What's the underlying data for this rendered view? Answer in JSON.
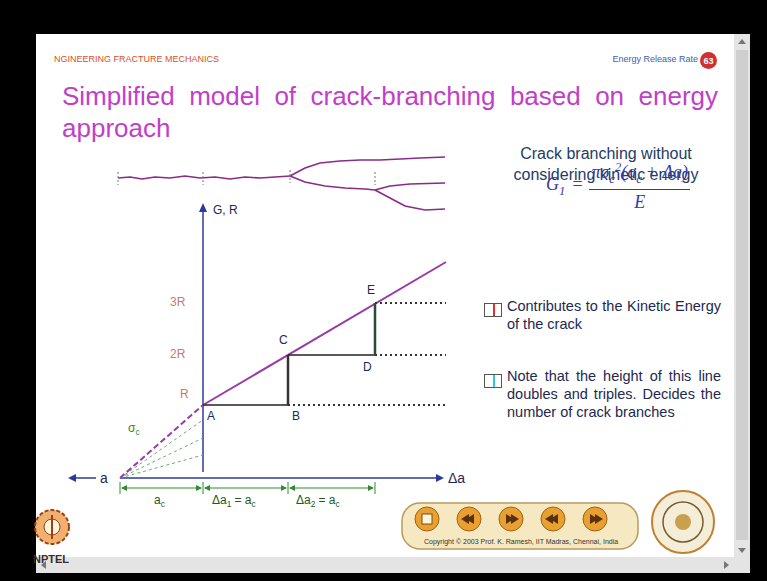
{
  "diagram": {
    "title": "Simplified model of crack-branching based on energy approach",
    "nodes": [
      {
        "text": [
          "63"
        ]
      }
    ],
    "labels": [
      "NGINEERING FRACTURE MECHANICS",
      "Energy Release Rate",
      "Crack branching without considering kinetic energy",
      "G",
      "1",
      "=",
      "πσ",
      "c",
      "2",
      "(a",
      "c",
      "+ Δa)",
      "E",
      "G, R",
      "3R",
      "2R",
      "R",
      "σ",
      "c",
      "A",
      "B",
      "C",
      "D",
      "E",
      "a",
      "Δa",
      "a",
      "c",
      "Δa",
      "1",
      "= a",
      "c",
      "Δa",
      "2",
      "= a",
      "c",
      "Copyright © 2003 Prof. K. Ramesh, IIT Madras, Chennai, India",
      "NPTEL"
    ],
    "legend": [
      {
        "text": "Contributes to the Kinetic Energy of the crack"
      },
      {
        "text": "Note that the height of this line doubles and triples. Decides the number of crack branches"
      }
    ]
  }
}
